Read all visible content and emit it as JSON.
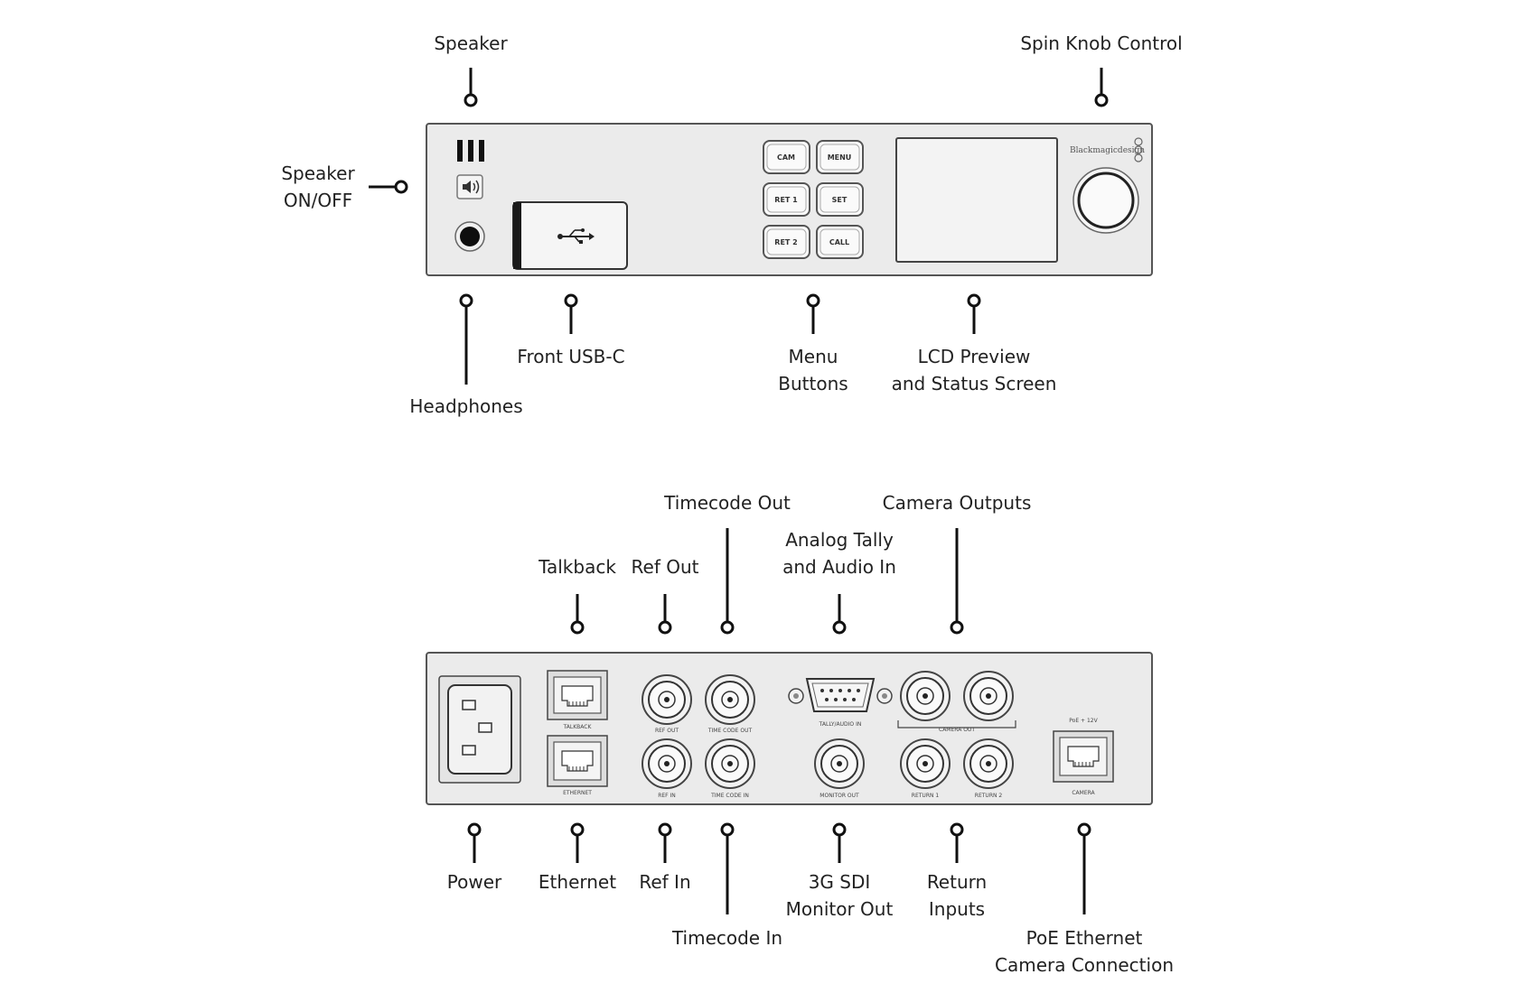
{
  "front": {
    "labels": {
      "speaker": "Speaker",
      "spin_knob": "Spin Knob Control",
      "speaker_onoff": [
        "Speaker",
        "ON/OFF"
      ],
      "headphones": "Headphones",
      "front_usbc": "Front USB-C",
      "menu_buttons": [
        "Menu",
        "Buttons"
      ],
      "lcd": [
        "LCD Preview",
        "and Status Screen"
      ]
    },
    "device": {
      "logo": "Blackmagicdesign",
      "buttons": [
        "CAM",
        "MENU",
        "RET 1",
        "SET",
        "RET 2",
        "CALL"
      ]
    }
  },
  "rear": {
    "labels": {
      "timecode_out": "Timecode Out",
      "camera_outputs": "Camera Outputs",
      "talkback": "Talkback",
      "ref_out": "Ref Out",
      "analog_tally": [
        "Analog Tally",
        "and Audio In"
      ],
      "power": "Power",
      "ethernet": "Ethernet",
      "ref_in": "Ref In",
      "timecode_in": "Timecode In",
      "sdi_monitor": [
        "3G SDI",
        "Monitor Out"
      ],
      "return_inputs": [
        "Return",
        "Inputs"
      ],
      "poe": [
        "PoE Ethernet",
        "Camera Connection"
      ]
    },
    "panel": {
      "talkback": "TALKBACK",
      "ethernet": "ETHERNET",
      "ref_out": "REF OUT",
      "ref_in": "REF IN",
      "tc_out": "TIME CODE OUT",
      "tc_in": "TIME CODE IN",
      "tally": "TALLY/AUDIO IN",
      "monitor": "MONITOR OUT",
      "camera_out": "CAMERA OUT",
      "return1": "RETURN 1",
      "return2": "RETURN 2",
      "poe": "PoE + 12V",
      "camera": "CAMERA"
    }
  }
}
